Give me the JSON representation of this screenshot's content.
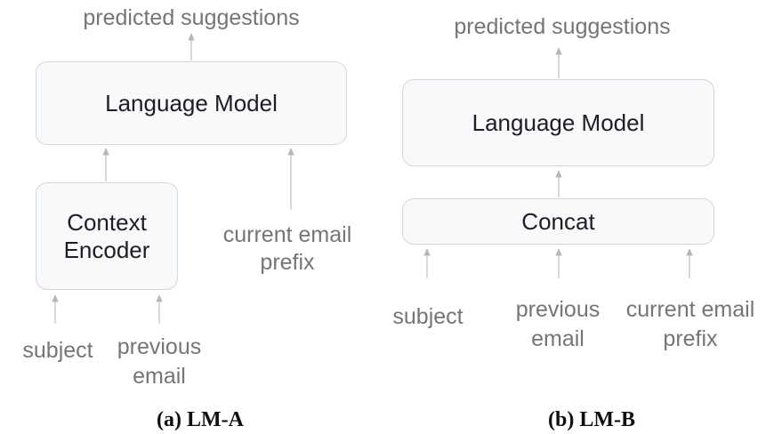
{
  "figure": {
    "colors": {
      "background": "#ffffff",
      "box_fill": "#f8f9fa",
      "box_border": "#d3d6da",
      "arrow_line": "#c7cacd",
      "arrow_head": "#b4b8bc",
      "gray_text": "#737679",
      "dark_text": "#1c1e21",
      "caption_text": "#0f0f0f"
    },
    "panels": [
      {
        "caption": "(a) LM-A",
        "output_label": "predicted suggestions",
        "language_model_label": "Language Model",
        "context_encoder_label": "Context Encoder",
        "input_subject": "subject",
        "input_previous_email": "previous email",
        "input_current_email_prefix": "current email prefix"
      },
      {
        "caption": "(b) LM-B",
        "output_label": "predicted suggestions",
        "language_model_label": "Language Model",
        "concat_label": "Concat",
        "input_subject": "subject",
        "input_previous_email": "previous email",
        "input_current_email_prefix": "current email prefix"
      }
    ]
  }
}
